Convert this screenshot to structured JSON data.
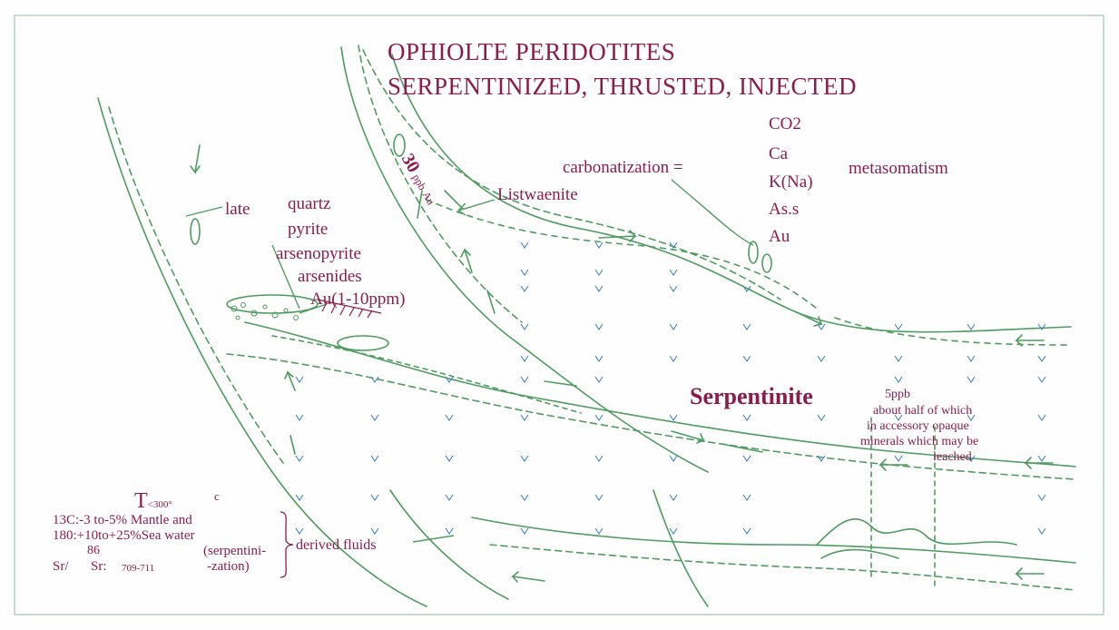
{
  "colors": {
    "ink": "#8c1c4c",
    "line": "#4e9c5f",
    "tick": "#3f82c7",
    "frame": "#a9c2ad",
    "paper": "#fefefe"
  },
  "title": {
    "line1": "OPHIOLTE PERIDOTITES",
    "line2": "SERPENTINIZED, THRUSTED, INJECTED"
  },
  "labels": {
    "late": "late",
    "vein_minerals": [
      "quartz",
      "pyrite",
      "arsenopyrite",
      "arsenides",
      "Au(1-10ppm)"
    ],
    "listwaenite": "Listwaenite",
    "listwaenite_gold": "30",
    "listwaenite_gold_unit": "ppb",
    "listwaenite_gold_symbol": "Au",
    "carbonatization": "carbonatization =",
    "metasomatism_components": [
      "CO2",
      "Ca",
      "K(Na)",
      "As.s",
      "Au"
    ],
    "metasomatism": "metasomatism",
    "serpentinite": "Serpentinite",
    "serpentinite_gold": "5ppb",
    "serpentinite_note": [
      "about half of which",
      "in accessory opaque",
      "minerals which may be",
      "leached"
    ]
  },
  "fluids": {
    "temp_symbol": "T",
    "temp_value": "<300°",
    "temp_unit": "c",
    "line1": "13C:-3 to-5% Mantle and",
    "line2": "180:+10to+25%Sea water",
    "line3_right": "(serpentini-",
    "sr_mass": "86",
    "sr_left": "Sr/",
    "sr_mid": "Sr:",
    "sr_value": "709-711",
    "line4_right": "-zation)",
    "derived": "derived fluids"
  }
}
